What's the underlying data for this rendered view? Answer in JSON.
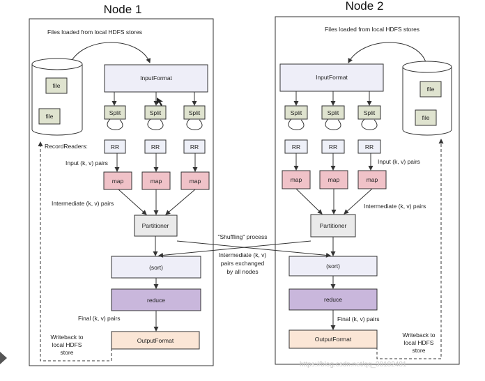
{
  "node1": {
    "title": "Node 1",
    "files_loaded": "Files loaded from local HDFS stores",
    "file_label": "file",
    "input_format": "InputFormat",
    "split": "Split",
    "rr": "RR",
    "map": "map",
    "record_readers": "RecordReaders:",
    "input_pairs": "Input (k, v) pairs",
    "intermediate_pairs": "Intermediate (k, v) pairs",
    "partitioner": "Partitioner",
    "sort": "(sort)",
    "reduce": "reduce",
    "final_pairs": "Final (k, v) pairs",
    "output_format": "OutputFormat",
    "writeback": [
      "Writeback to",
      "local HDFS",
      "store"
    ]
  },
  "node2": {
    "title": "Node 2",
    "files_loaded": "Files loaded from local HDFS stores",
    "file_label": "file",
    "input_format": "InputFormat",
    "split": "Split",
    "rr": "RR",
    "map": "map",
    "input_pairs": "Input (k, v) pairs",
    "intermediate_pairs": "Intermediate (k, v) pairs",
    "partitioner": "Partitioner",
    "sort": "(sort)",
    "reduce": "reduce",
    "final_pairs": "Final (k, v) pairs",
    "output_format": "OutputFormat",
    "writeback": [
      "Writeback to",
      "local HDFS",
      "store"
    ]
  },
  "shuffle": {
    "title": "\"Shuffling\" process",
    "lines": [
      "Intermediate (k, v)",
      "pairs exchanged",
      "by all nodes"
    ]
  },
  "watermark": "https://blog.csdn.net/qq_38182481",
  "colors": {
    "input_format": "#eeeef8",
    "split": "#dfe3cf",
    "rr": "#eef0f8",
    "map": "#f0c2c8",
    "partitioner": "#eaeaea",
    "sort": "#eeeef8",
    "reduce": "#c9b7dc",
    "output_format": "#fbe6d6"
  }
}
